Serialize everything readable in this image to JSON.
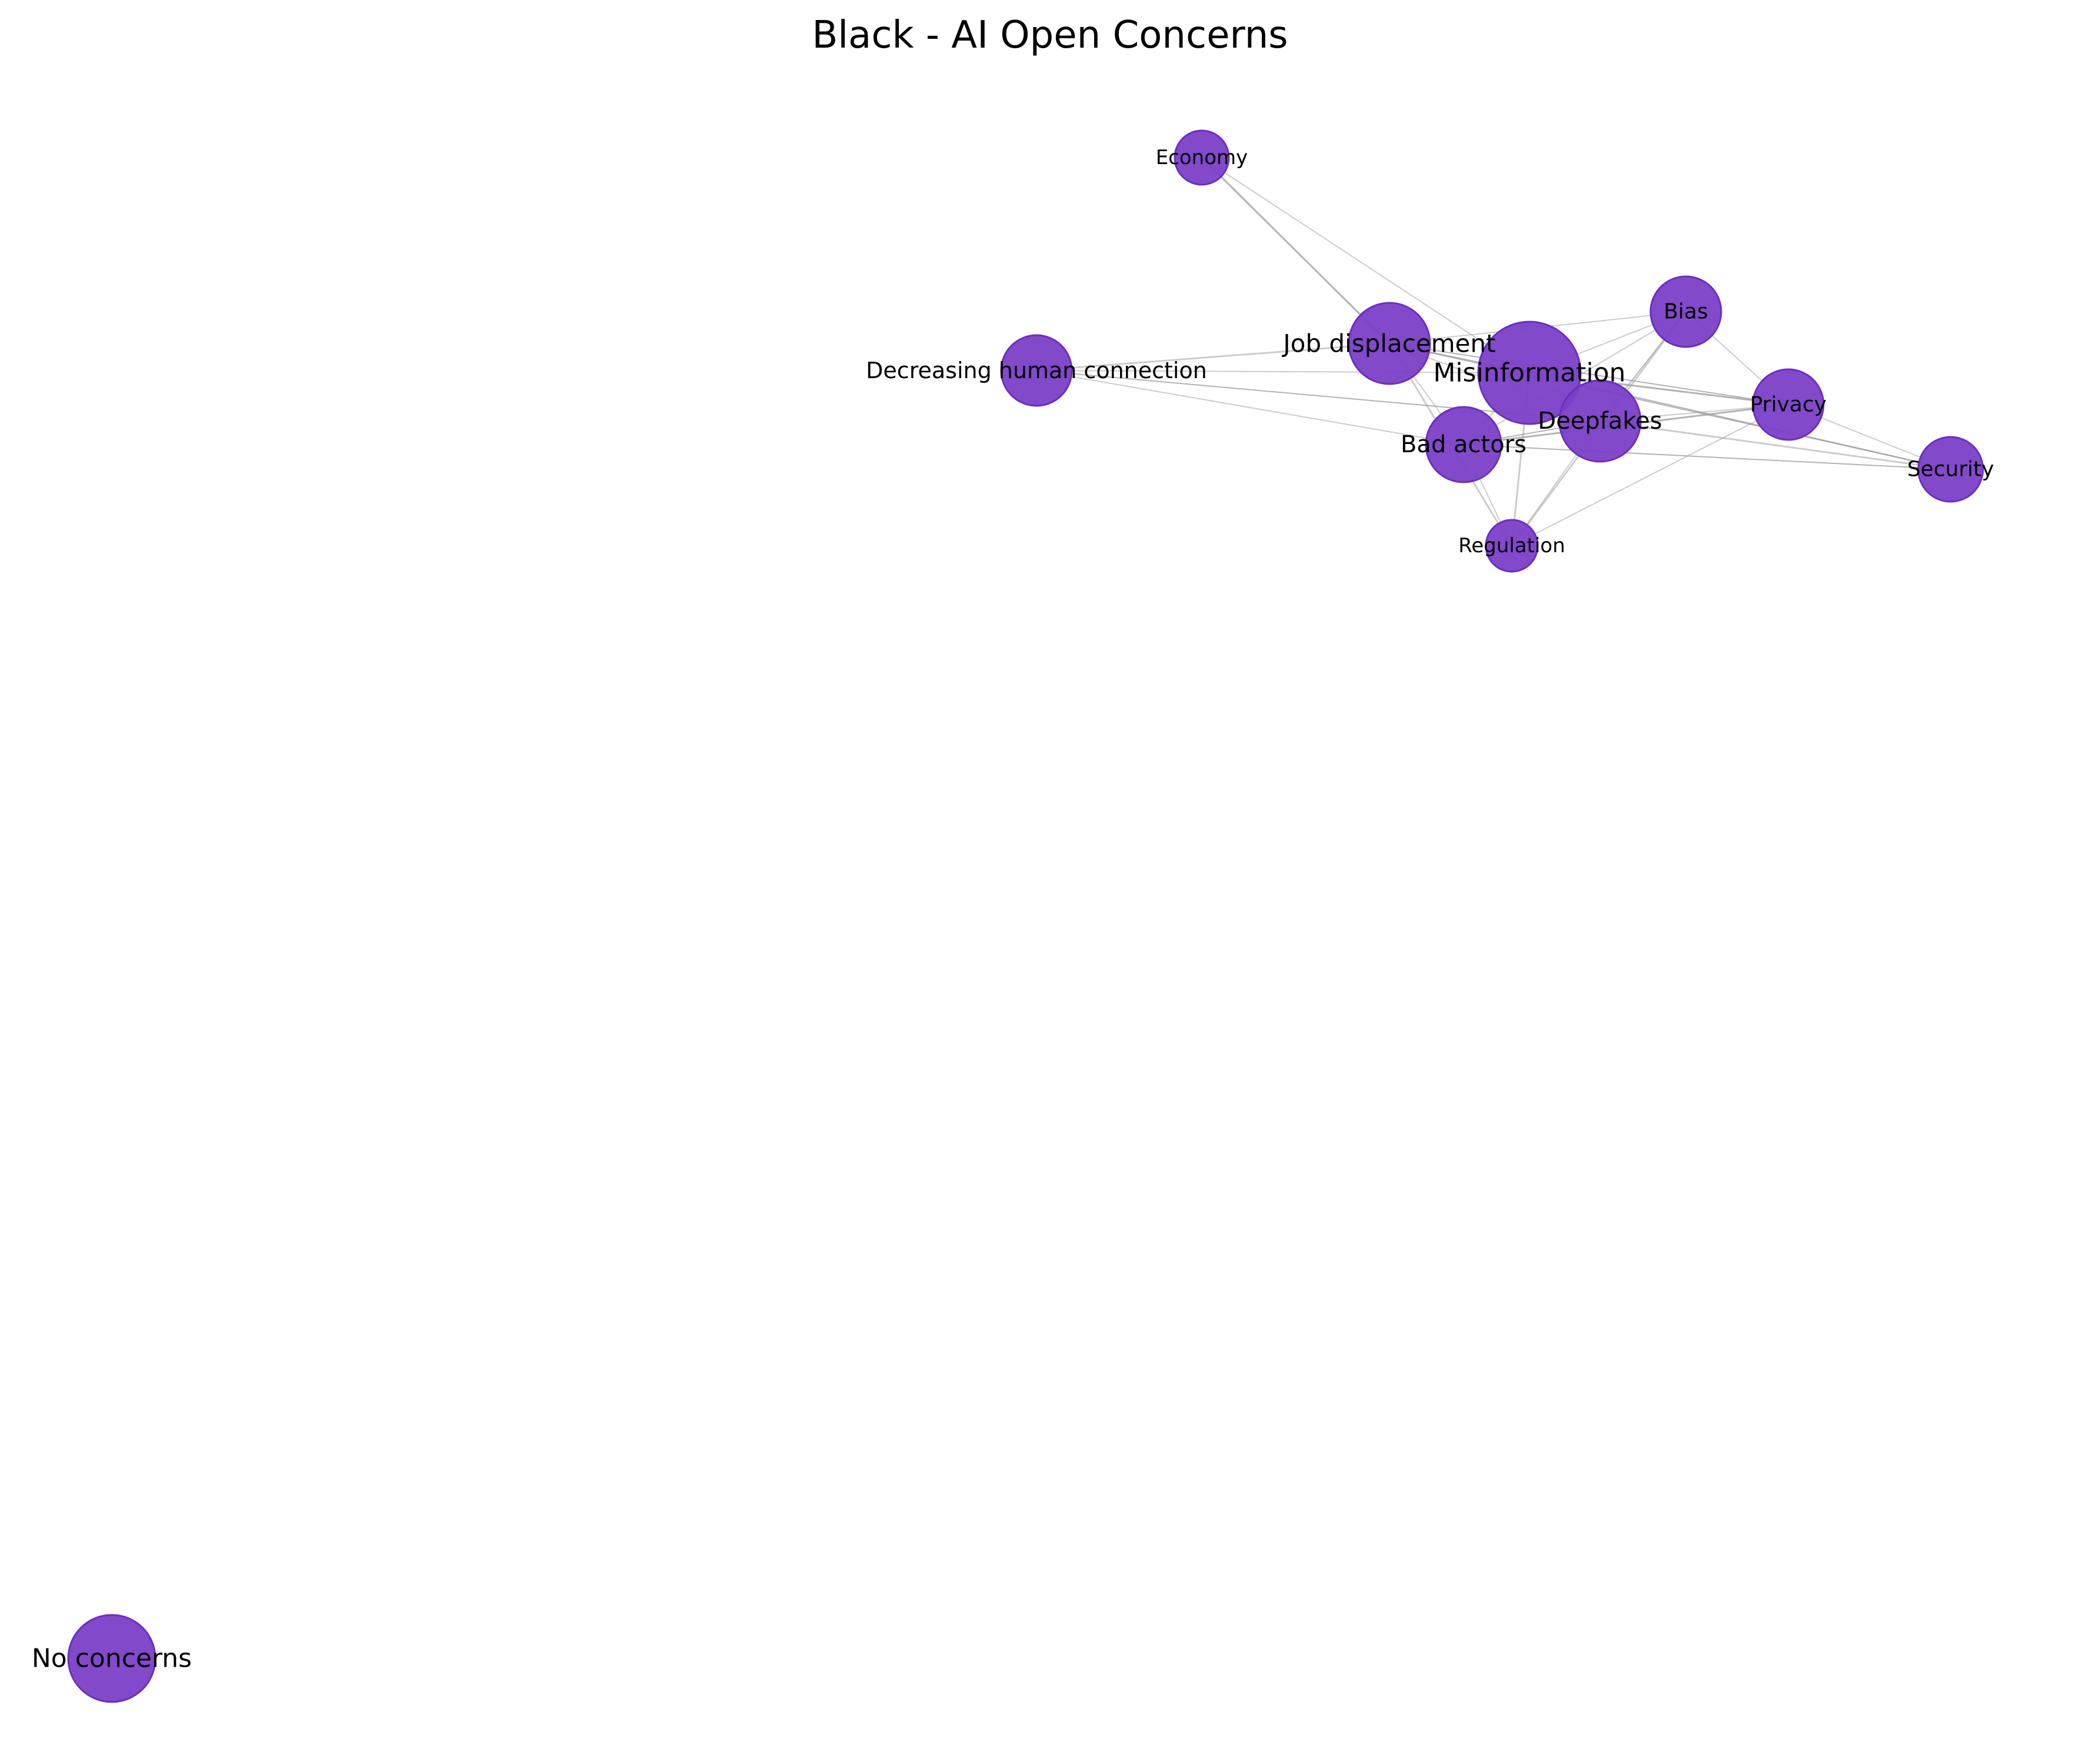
{
  "title": "Black - AI Open Concerns",
  "colors": {
    "node_fill": "#7b3fc8",
    "node_stroke": "#6a2fbf",
    "edge": "#999999",
    "label": "#000000"
  },
  "chart_data": {
    "type": "network",
    "title": "Black - AI Open Concerns",
    "nodes": [
      {
        "id": "economy",
        "label": "Economy",
        "size": 1.0
      },
      {
        "id": "bias",
        "label": "Bias",
        "size": 1.3
      },
      {
        "id": "job",
        "label": "Job displacement",
        "size": 1.5
      },
      {
        "id": "misinfo",
        "label": "Misinformation",
        "size": 1.9
      },
      {
        "id": "dhc",
        "label": "Decreasing human connection",
        "size": 1.3
      },
      {
        "id": "privacy",
        "label": "Privacy",
        "size": 1.3
      },
      {
        "id": "deepfakes",
        "label": "Deepfakes",
        "size": 1.5
      },
      {
        "id": "bad",
        "label": "Bad actors",
        "size": 1.4
      },
      {
        "id": "security",
        "label": "Security",
        "size": 1.2
      },
      {
        "id": "regulation",
        "label": "Regulation",
        "size": 0.95
      },
      {
        "id": "none",
        "label": "No concerns",
        "size": 1.6
      }
    ],
    "edges": [
      [
        "economy",
        "job"
      ],
      [
        "economy",
        "misinfo"
      ],
      [
        "job",
        "bias"
      ],
      [
        "job",
        "misinfo"
      ],
      [
        "job",
        "dhc"
      ],
      [
        "job",
        "bad"
      ],
      [
        "job",
        "privacy"
      ],
      [
        "job",
        "deepfakes"
      ],
      [
        "job",
        "regulation"
      ],
      [
        "job",
        "security"
      ],
      [
        "misinfo",
        "bias"
      ],
      [
        "misinfo",
        "dhc"
      ],
      [
        "misinfo",
        "privacy"
      ],
      [
        "misinfo",
        "deepfakes"
      ],
      [
        "misinfo",
        "bad"
      ],
      [
        "misinfo",
        "security"
      ],
      [
        "misinfo",
        "regulation"
      ],
      [
        "bias",
        "privacy"
      ],
      [
        "bias",
        "deepfakes"
      ],
      [
        "bias",
        "bad"
      ],
      [
        "bias",
        "regulation"
      ],
      [
        "dhc",
        "deepfakes"
      ],
      [
        "dhc",
        "bad"
      ],
      [
        "privacy",
        "deepfakes"
      ],
      [
        "privacy",
        "bad"
      ],
      [
        "privacy",
        "security"
      ],
      [
        "privacy",
        "regulation"
      ],
      [
        "deepfakes",
        "bad"
      ],
      [
        "deepfakes",
        "security"
      ],
      [
        "deepfakes",
        "regulation"
      ],
      [
        "bad",
        "security"
      ],
      [
        "bad",
        "regulation"
      ]
    ]
  }
}
